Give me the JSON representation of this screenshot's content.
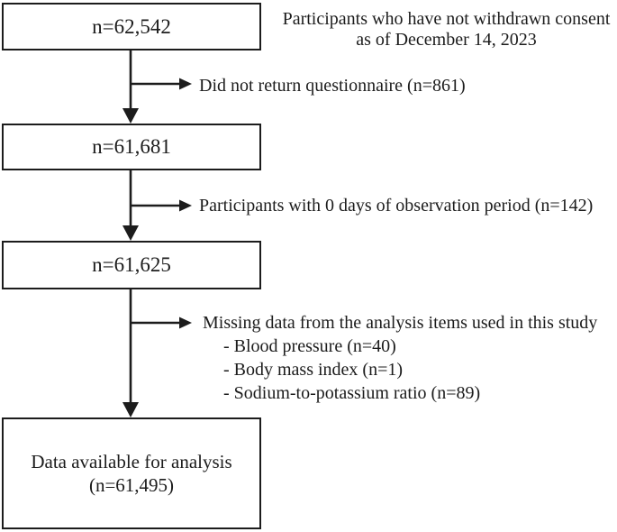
{
  "figure": {
    "colors": {
      "background": "#ffffff",
      "line": "#1c1c1c",
      "text": "#1c1c1c",
      "box_border": "#1c1c1c",
      "box_fill": "#ffffff"
    },
    "top_note": {
      "line1": "Participants who have not withdrawn consent",
      "line2": "as of December 14, 2023"
    },
    "boxes": [
      {
        "id": "consent-total",
        "label": "n=62,542"
      },
      {
        "id": "after-questionnaire",
        "label": "n=61,681"
      },
      {
        "id": "after-observation",
        "label": "n=61,625"
      },
      {
        "id": "analysis-set",
        "line1": "Data available for analysis",
        "line2": "(n=61,495)"
      }
    ],
    "exclusions": [
      {
        "label": "Did not return questionnaire (n=861)"
      },
      {
        "label": "Participants with 0 days of observation period (n=142)"
      },
      {
        "label": "Missing data from the analysis items used in this study",
        "items": [
          "- Blood pressure (n=40)",
          "- Body mass index (n=1)",
          "- Sodium-to-potassium ratio (n=89)"
        ]
      }
    ]
  }
}
